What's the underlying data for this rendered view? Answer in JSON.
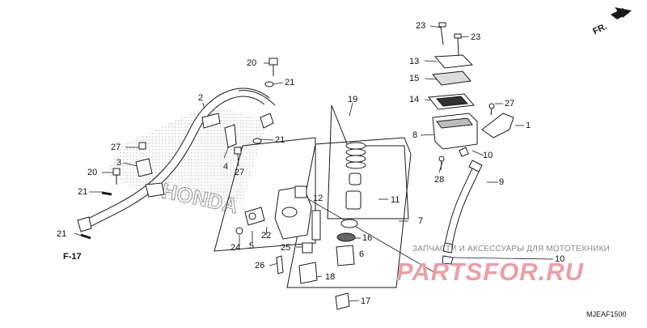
{
  "diagram": {
    "code": "MJEAF1500",
    "direction_label": "FR.",
    "reference_label": "F-17",
    "brand_pattern": "HONDA",
    "callouts": {
      "c1": "1",
      "c2": "2",
      "c3": "3",
      "c4": "4",
      "c5": "5",
      "c6": "6",
      "c7": "7",
      "c8": "8",
      "c9": "9",
      "c10a": "10",
      "c10b": "10",
      "c11": "11",
      "c12": "12",
      "c13": "13",
      "c14": "14",
      "c15": "15",
      "c16": "16",
      "c17": "17",
      "c18": "18",
      "c20a": "20",
      "c20b": "20",
      "c21a": "21",
      "c21b": "21",
      "c21c": "21",
      "c21d": "21",
      "c22": "22",
      "c23a": "23",
      "c23b": "23",
      "c24": "24",
      "c25": "25",
      "c26": "26",
      "c27a": "27",
      "c27b": "27",
      "c27c": "27",
      "c28": "28"
    }
  },
  "watermark": {
    "caption": "ЗАПЧАСТИ И АКСЕССУАРЫ ДЛЯ МОТОТЕХНИКИ",
    "logo": "PARTSFOR.RU"
  },
  "colors": {
    "line": "#1a1a1a",
    "watermark_text": "#8a8a8a",
    "watermark_logo": "#e8a0a6"
  }
}
